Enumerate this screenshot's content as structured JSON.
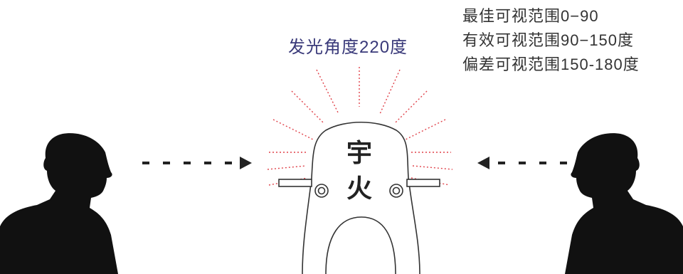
{
  "diagram": {
    "angle_label": "发光角度220度",
    "viewing_ranges": [
      "最佳可视范围0−90",
      "有效可视范围90−150度",
      "偏差可视范围150-180度"
    ],
    "device_brand_line1": "宇",
    "device_brand_line2": "火"
  },
  "colors": {
    "angle_label": "#3a3a7a",
    "ray": "#e0424a",
    "arrow": "#222222",
    "silhouette": "#111111",
    "device_outline": "#333333"
  },
  "icons": {
    "left_person": "person-silhouette-icon",
    "right_person": "person-silhouette-icon",
    "device": "robot-device-icon",
    "left_arrow": "dashed-arrow-right-icon",
    "right_arrow": "dashed-arrow-left-icon"
  }
}
